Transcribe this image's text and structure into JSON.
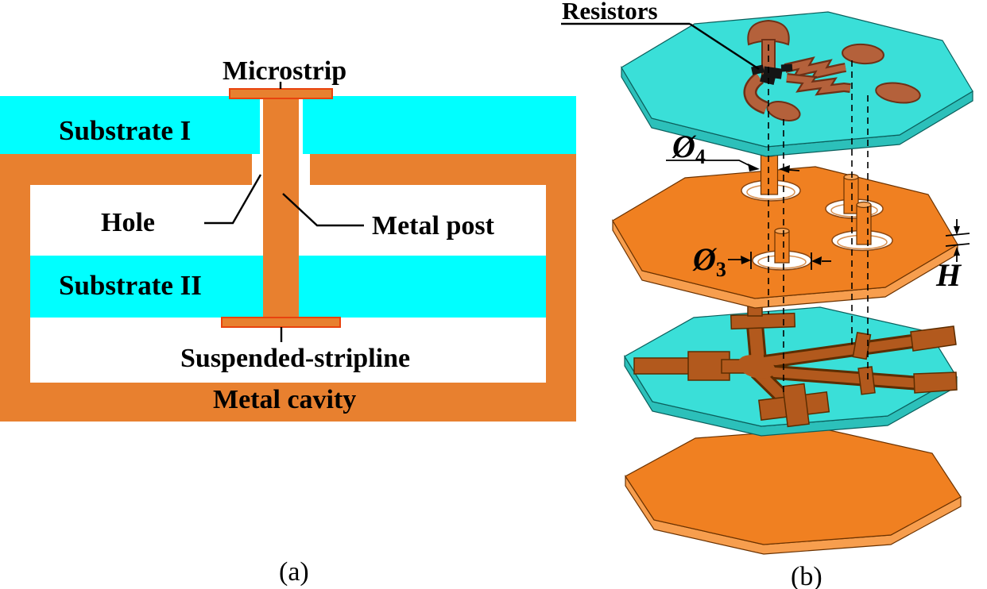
{
  "figure": {
    "panel_a": {
      "caption": "(a)",
      "labels": {
        "microstrip": "Microstrip",
        "substrate_i": "Substrate I",
        "hole": "Hole",
        "metal_post": "Metal post",
        "substrate_ii": "Substrate II",
        "suspended_stripline": "Suspended-stripline",
        "metal_cavity": "Metal cavity"
      },
      "colors": {
        "metal_orange": "#E8802F",
        "substrate_cyan": "#00FFFF",
        "strip_outline_red": "#E8430E"
      }
    },
    "panel_b": {
      "caption": "(b)",
      "labels": {
        "resistors": "Resistors",
        "thickness": "H"
      },
      "dimensions": {
        "post_diameter_symbol": "Ø",
        "post_diameter_value": "4",
        "hole_diameter_symbol": "Ø",
        "hole_diameter_value": "3"
      },
      "colors": {
        "plate_metal": "#F08021",
        "plate_metal_side": "#F79E4E",
        "plate_substrate": "#3ADFD8",
        "plate_substrate_side": "#2CC0BA",
        "trace_top_plate": "#B4613B",
        "trace_divider_plate": "#B2591D",
        "resistor_black": "#151515"
      }
    }
  }
}
